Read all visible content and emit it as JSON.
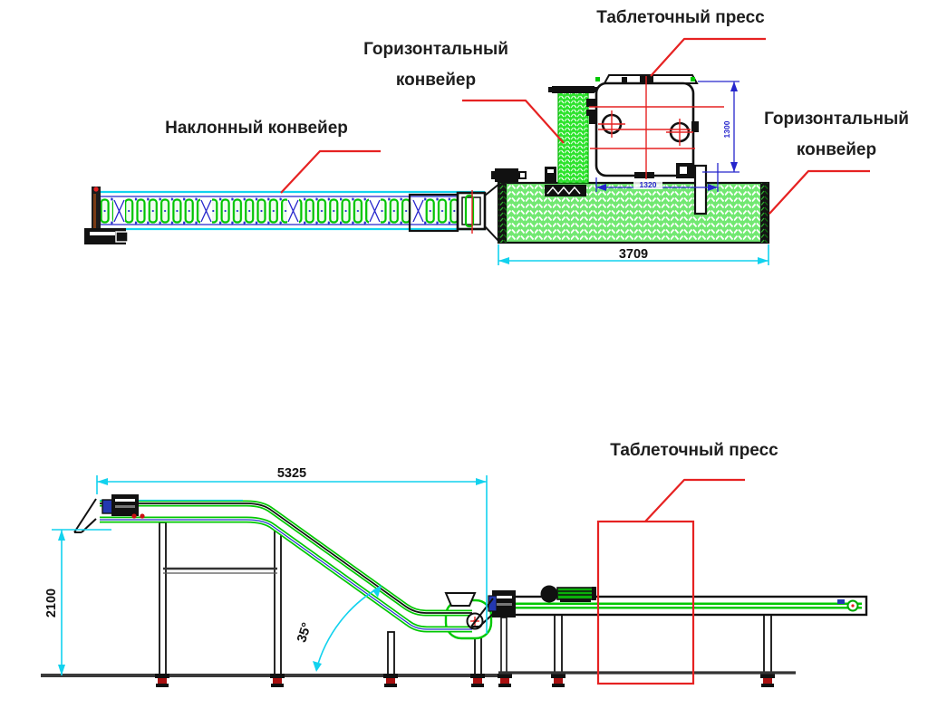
{
  "diagram": {
    "labels": {
      "tablet_press_top": "Таблеточный пресс",
      "horizontal_conveyor_mid_line1": "Горизонтальный",
      "horizontal_conveyor_mid_line2": "конвейер",
      "inclined_conveyor": "Наклонный конвейер",
      "horizontal_conveyor_right_line1": "Горизонтальный",
      "horizontal_conveyor_right_line2": "конвейер",
      "tablet_press_bottom": "Таблеточный пресс"
    },
    "dimensions": {
      "horizontal_conveyor_length": "3709",
      "press_height": "1300",
      "press_width": "1320",
      "inclined_conveyor_length": "5325",
      "inclined_conveyor_height": "2100",
      "incline_angle": "35°"
    },
    "colors": {
      "machine_green": "#00c800",
      "dimension_cyan": "#12d2ee",
      "dimension_blue": "#2626cc",
      "annotation_red": "#e62222",
      "outline_black": "#111111"
    }
  }
}
